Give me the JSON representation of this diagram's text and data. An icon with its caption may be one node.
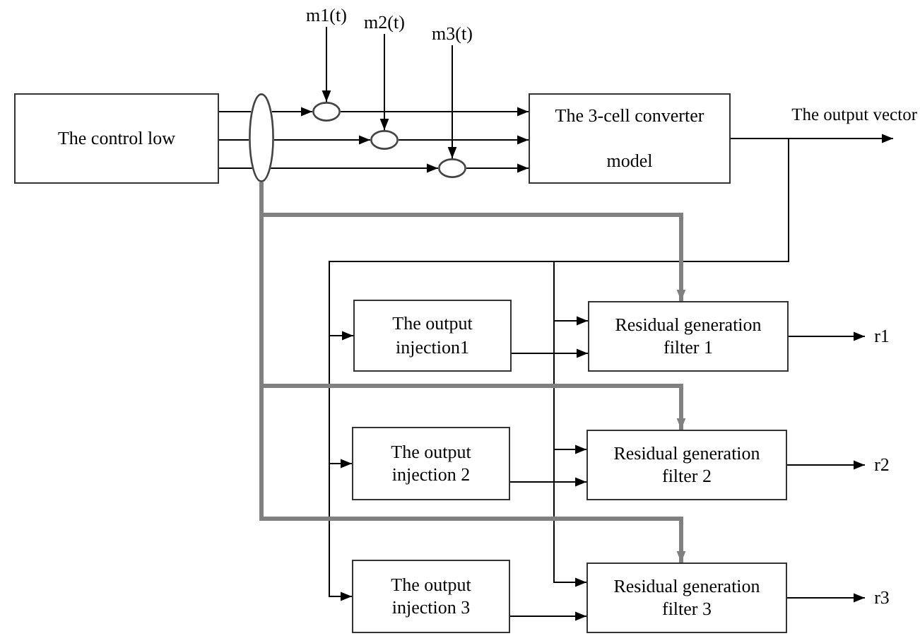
{
  "diagram": {
    "nodes": [
      {
        "text": [
          "m1(t)"
        ]
      },
      {
        "text": [
          "m2(t)"
        ]
      },
      {
        "text": [
          "m3(t)"
        ]
      },
      {
        "text": [
          "The control low"
        ]
      },
      {
        "text": [],
        "shape": "ellipse"
      },
      {
        "text": [],
        "shape": "ellipse"
      },
      {
        "text": [],
        "shape": "ellipse"
      },
      {
        "text": [],
        "shape": "ellipse"
      },
      {
        "text": [
          "The 3-cell converter model"
        ]
      },
      {
        "text": [
          "The output injection1"
        ]
      },
      {
        "text": [
          "Residual generation filter 1"
        ]
      },
      {
        "text": [
          "The output injection 2"
        ]
      },
      {
        "text": [
          "Residual generation filter 2"
        ]
      },
      {
        "text": [
          "The output injection 3"
        ]
      },
      {
        "text": [
          "Residual generation filter 3"
        ]
      },
      {
        "text": [
          "r1"
        ]
      },
      {
        "text": [
          "r2"
        ]
      },
      {
        "text": [
          "r3"
        ]
      }
    ],
    "edges": [
      {
        "from": 0,
        "to": 5,
        "arrow": "to"
      },
      {
        "from": 1,
        "to": 6,
        "arrow": "to"
      },
      {
        "from": 2,
        "to": 7,
        "arrow": "to"
      },
      {
        "from": 4,
        "to": 5,
        "arrow": "to"
      },
      {
        "from": 4,
        "to": 6,
        "arrow": "to"
      },
      {
        "from": 4,
        "to": 7,
        "arrow": "to"
      },
      {
        "from": 5,
        "to": 8,
        "arrow": "to"
      },
      {
        "from": 6,
        "to": 8,
        "arrow": "to"
      },
      {
        "from": 7,
        "to": 8,
        "arrow": "to"
      },
      {
        "from": 8,
        "to": null,
        "arrow": "to",
        "label": "The output vector"
      },
      {
        "from": 8,
        "to": 9,
        "arrow": "to"
      },
      {
        "from": 8,
        "to": 11,
        "arrow": "to"
      },
      {
        "from": 8,
        "to": 13,
        "arrow": "to"
      },
      {
        "from": 8,
        "to": 10,
        "arrow": "to"
      },
      {
        "from": 8,
        "to": 12,
        "arrow": "to"
      },
      {
        "from": 8,
        "to": 14,
        "arrow": "to"
      },
      {
        "from": 4,
        "to": 10,
        "arrow": "to",
        "style": "thick",
        "color": "#808080"
      },
      {
        "from": 4,
        "to": 12,
        "arrow": "to",
        "style": "thick",
        "color": "#808080"
      },
      {
        "from": 4,
        "to": 14,
        "arrow": "to",
        "style": "thick",
        "color": "#808080"
      },
      {
        "from": 9,
        "to": 10,
        "arrow": "to"
      },
      {
        "from": 11,
        "to": 12,
        "arrow": "to"
      },
      {
        "from": 13,
        "to": 14,
        "arrow": "to"
      },
      {
        "from": 10,
        "to": 15,
        "arrow": "to"
      },
      {
        "from": 12,
        "to": 16,
        "arrow": "to"
      },
      {
        "from": 14,
        "to": 17,
        "arrow": "to"
      },
      {
        "from": 3,
        "to": 4,
        "arrow": "none"
      },
      {
        "from": 3,
        "to": 4,
        "arrow": "none"
      },
      {
        "from": 3,
        "to": 4,
        "arrow": "none"
      }
    ]
  }
}
